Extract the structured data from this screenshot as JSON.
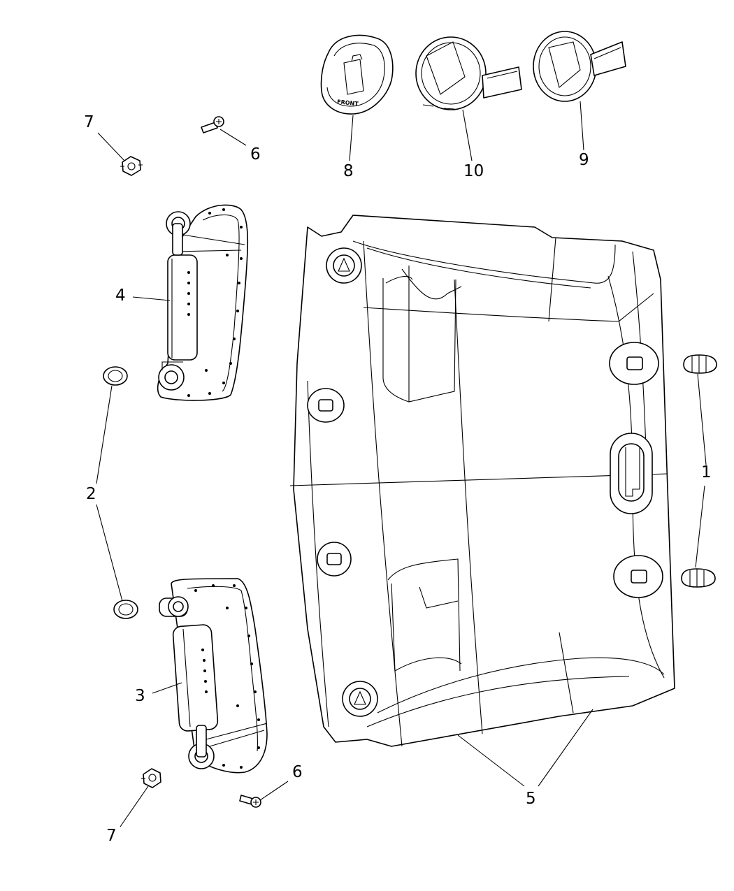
{
  "callouts": {
    "c1": "1",
    "c2": "2",
    "c3": "3",
    "c4": "4",
    "c5": "5",
    "c6a": "6",
    "c6b": "6",
    "c7a": "7",
    "c7b": "7",
    "c8": "8",
    "c9": "9",
    "c10": "10"
  },
  "part_markings": {
    "lamp_cover": "FRONT"
  },
  "colors": {
    "line": "#000000",
    "background": "#ffffff"
  }
}
